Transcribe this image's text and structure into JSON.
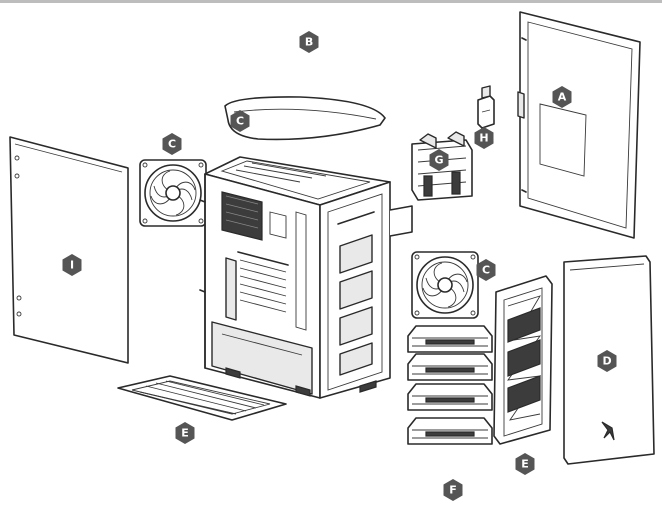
{
  "callouts": [
    {
      "id": "A",
      "label": "A"
    },
    {
      "id": "B",
      "label": "B"
    },
    {
      "id": "C1",
      "label": "C"
    },
    {
      "id": "C2",
      "label": "C"
    },
    {
      "id": "C3",
      "label": "C"
    },
    {
      "id": "D",
      "label": "D"
    },
    {
      "id": "E1",
      "label": "E"
    },
    {
      "id": "E2",
      "label": "E"
    },
    {
      "id": "F",
      "label": "F"
    },
    {
      "id": "G",
      "label": "G"
    },
    {
      "id": "H",
      "label": "H"
    },
    {
      "id": "I",
      "label": "I"
    }
  ],
  "colors": {
    "badge": "#555555",
    "line": "#2a2a2a",
    "background": "#ffffff"
  }
}
